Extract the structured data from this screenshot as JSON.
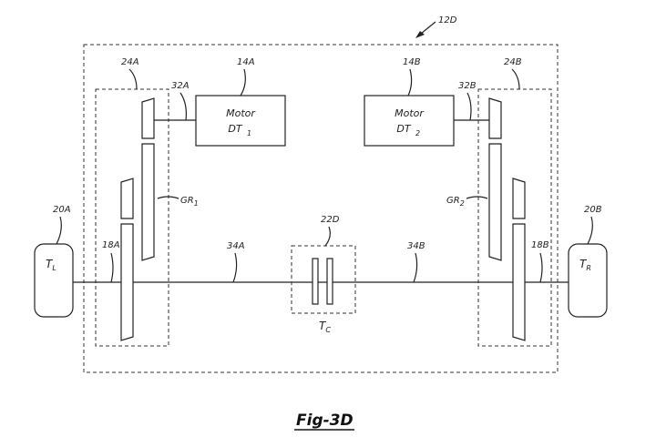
{
  "labels": {
    "system": "12D",
    "housing_a": "24A",
    "housing_b": "24B",
    "motor_a_ref": "14A",
    "motor_b_ref": "14B",
    "shaft_a_ref": "32A",
    "shaft_b_ref": "32B",
    "gear_a_ref": "GR",
    "gear_a_sub": "1",
    "gear_b_ref": "GR",
    "gear_b_sub": "2",
    "wheel_a_ref": "20A",
    "wheel_b_ref": "20B",
    "gear_out_a": "18A",
    "gear_out_b": "18B",
    "axle_a": "34A",
    "axle_b": "34B",
    "clutch_ref": "22D",
    "torque_l": "T",
    "torque_l_sub": "L",
    "torque_r": "T",
    "torque_r_sub": "R",
    "torque_c": "T",
    "torque_c_sub": "C"
  },
  "motor_a": {
    "title": "Motor",
    "name": "DT",
    "sub": "1"
  },
  "motor_b": {
    "title": "Motor",
    "name": "DT",
    "sub": "2"
  },
  "figure_caption": "Fig-3D"
}
